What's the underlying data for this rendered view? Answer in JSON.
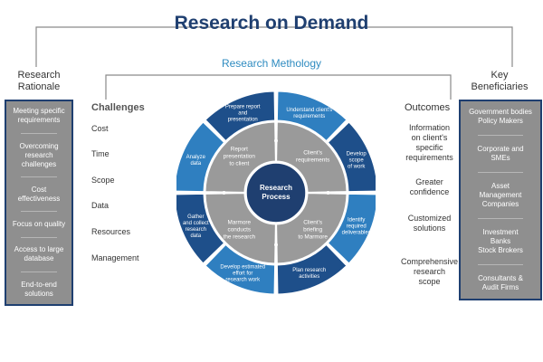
{
  "title": "Research on Demand",
  "subtitle": "Research Methology",
  "left": {
    "heading": "Research\nRationale",
    "items": [
      "Meeting specific\nrequirements",
      "Overcoming\nresearch\nchallenges",
      "Cost\neffectiveness",
      "Focus on quality",
      "Access to large\ndatabase",
      "End-to-end\nsolutions"
    ]
  },
  "challenges": {
    "heading": "Challenges",
    "items": [
      "Cost",
      "Time",
      "Scope",
      "Data",
      "Resources",
      "Management"
    ]
  },
  "outcomes": {
    "heading": "Outcomes",
    "items": [
      "Information\non client's\nspecific\nrequirements",
      "Greater\nconfidence",
      "Customized\nsolutions",
      "Comprehensive\nresearch\nscope"
    ]
  },
  "right": {
    "heading": "Key\nBeneficiaries",
    "items": [
      "Government bodies\nPolicy Makers",
      "Corporate and\nSMEs",
      "Asset\nManagement\nCompanies",
      "Investment\nBanks\nStock Brokers",
      "Consultants &\nAudit Firms"
    ]
  },
  "cycle": {
    "core": "Research\nProcess",
    "inner": [
      "Client's\nrequirements",
      "Client's\nbriefing\nto Marmore",
      "Marmore\nconducts\nthe research",
      "Report\npresentation\nto client"
    ],
    "outer": [
      "Understand client's\nrequirements",
      "Develop\nscope\nof work",
      "Identify\nrequired\ndeliverables",
      "Plan research\nactivities",
      "Develop estimated\neffort for\nresearch work",
      "Gather\nand collect\nresearch\ndata",
      "Analyze\ndata",
      "Prepare report\nand\npresentation"
    ]
  },
  "colors": {
    "title": "#1f3f70",
    "accent": "#2e8bc0",
    "outer_dark": "#1e4f8a",
    "outer_light": "#2f7fc0",
    "inner": "#9a9a9a",
    "core": "#1f3f70",
    "panel": "#8f8f8f",
    "connector": "#8a8a8a"
  }
}
